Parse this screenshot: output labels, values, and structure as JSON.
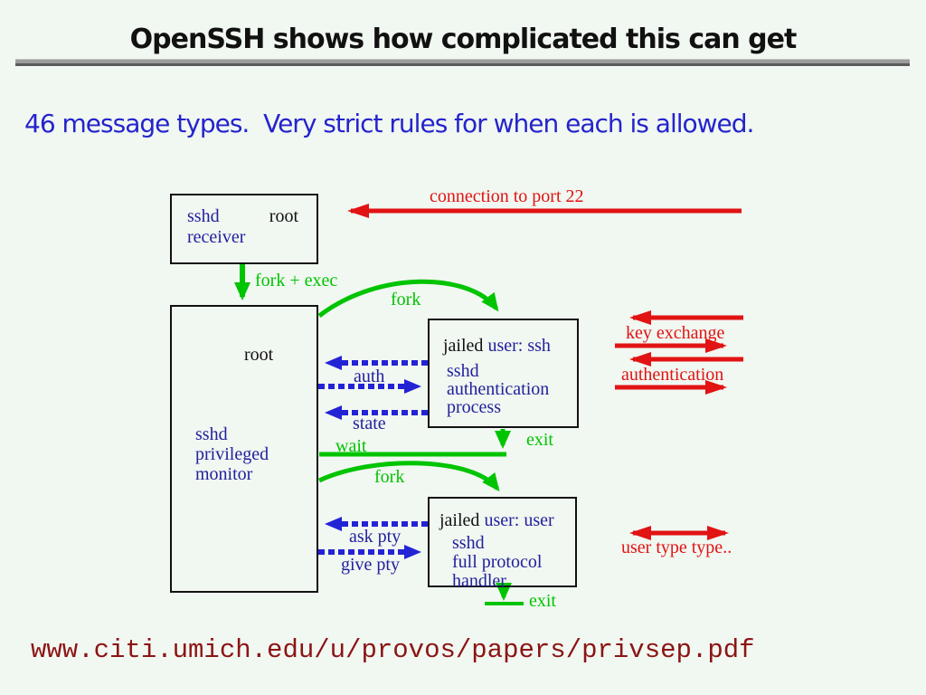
{
  "slide": {
    "title": "OpenSSH shows how complicated this can get",
    "subtitle": "46 message types.  Very strict rules for when each is allowed.",
    "footer_url": "www.citi.umich.edu/u/provos/papers/privsep.pdf"
  },
  "colors": {
    "background": "#f1f7f1",
    "arrow_red": "#e11313",
    "arrow_green": "#00c400",
    "arrow_blue": "#2323d6",
    "diagram_text_blue": "#21219b",
    "subtitle_blue": "#2424cc",
    "url_maroon": "#8b1414",
    "divider_gray": "#9c9c9c"
  },
  "receiver_box": {
    "proc": "sshd",
    "privilege": "root",
    "role": "receiver"
  },
  "monitor_box": {
    "privilege": "root",
    "line1": "sshd",
    "line2": "privileged",
    "line3": "monitor"
  },
  "jailed_auth_box": {
    "jailed": "jailed",
    "user": "user: ssh",
    "line1": "sshd",
    "line2": "authentication",
    "line3": "process"
  },
  "jailed_user_box": {
    "jailed": "jailed",
    "user": "user: user",
    "line1": "sshd",
    "line2": "full protocol",
    "line3": "handler"
  },
  "arrow_labels": {
    "connection": "connection to port 22",
    "fork_exec": "fork + exec",
    "fork_auth": "fork",
    "fork_user": "fork",
    "auth": "auth",
    "state": "state",
    "wait": "wait",
    "exit_auth": "exit",
    "exit_user": "exit",
    "ask_pty": "ask pty",
    "give_pty": "give pty",
    "key_exchange": "key exchange",
    "authentication": "authentication",
    "user_type": "user type type.."
  }
}
